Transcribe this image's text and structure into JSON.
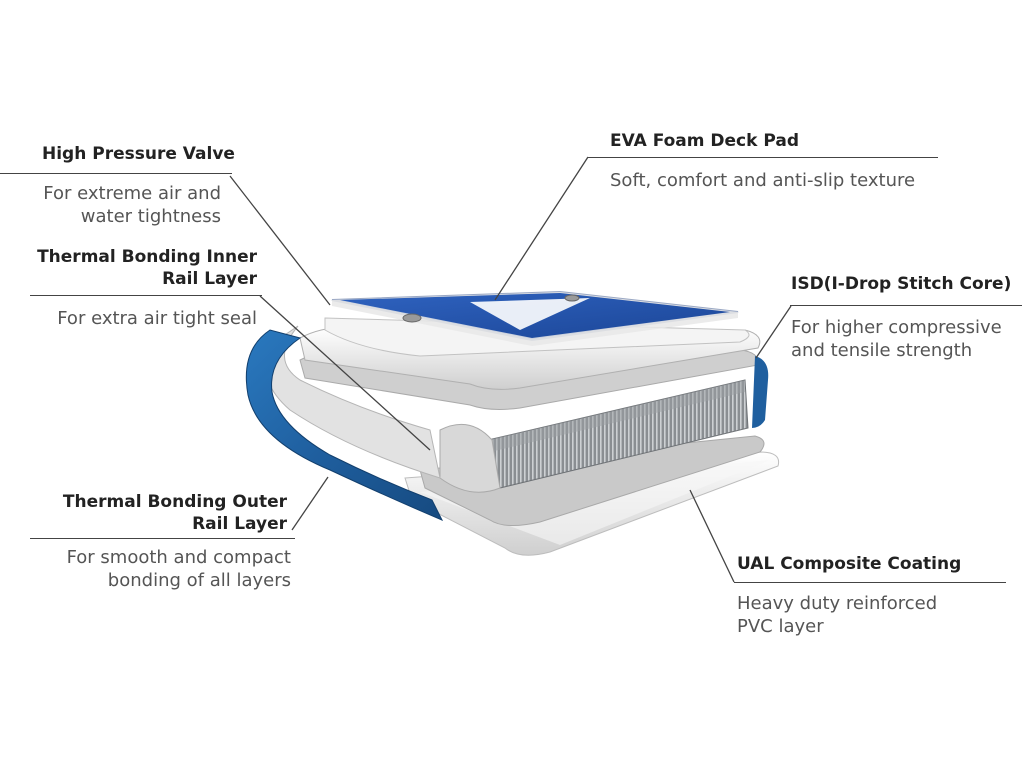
{
  "callouts": {
    "valve": {
      "title": "High Pressure Valve",
      "desc1": "For extreme air and",
      "desc2": "water tightness"
    },
    "inner_rail": {
      "title1": "Thermal Bonding Inner",
      "title2": "Rail Layer",
      "desc": "For extra air tight seal"
    },
    "outer_rail": {
      "title1": "Thermal Bonding Outer",
      "title2": "Rail Layer",
      "desc1": "For smooth and compact",
      "desc2": "bonding of all layers"
    },
    "deck_pad": {
      "title": "EVA Foam Deck Pad",
      "desc": "Soft, comfort and anti-slip texture"
    },
    "drop_stitch": {
      "title": "ISD(I-Drop Stitch Core)",
      "desc1": "For higher compressive",
      "desc2": "and tensile strength"
    },
    "coating": {
      "title": "UAL Composite Coating",
      "desc1": "Heavy duty reinforced",
      "desc2": "PVC layer"
    }
  },
  "colors": {
    "rail_blue": "#1f5f9f",
    "deck_blue": "#1e4fa8",
    "pvc_white": "#eeeeee",
    "core_gray": "#8a8e92"
  },
  "icons": [
    "leader-line"
  ]
}
